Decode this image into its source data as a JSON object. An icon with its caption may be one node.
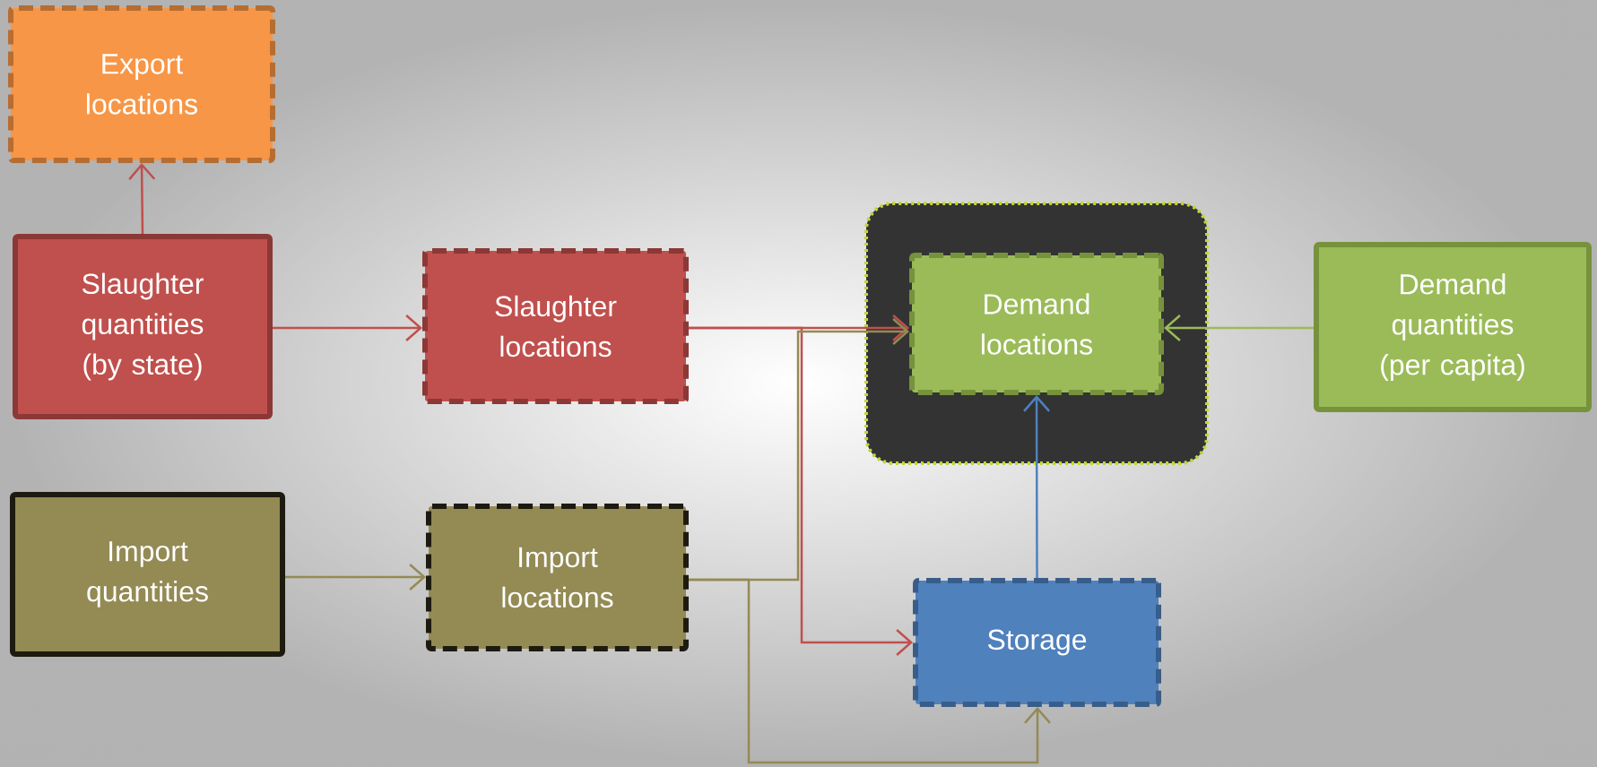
{
  "diagram": {
    "nodes": [
      {
        "text": [
          "Export locations"
        ]
      },
      {
        "text": [
          "Slaughter quantities (by state)"
        ]
      },
      {
        "text": [
          "Slaughter locations"
        ]
      },
      {
        "text": [
          "Demand locations"
        ]
      },
      {
        "text": [
          "Demand quantities (per capita)"
        ]
      },
      {
        "text": [
          "Import quantities"
        ]
      },
      {
        "text": [
          "Import locations"
        ]
      },
      {
        "text": [
          "Storage"
        ]
      }
    ],
    "edges": [
      {
        "from": 1,
        "to": 0,
        "arrow": "to"
      },
      {
        "from": 1,
        "to": 2,
        "arrow": "to"
      },
      {
        "from": 2,
        "to": 3,
        "arrow": "to"
      },
      {
        "from": 2,
        "to": 7,
        "arrow": "to"
      },
      {
        "from": 5,
        "to": 6,
        "arrow": "to",
        "color": "#948a54"
      },
      {
        "from": 6,
        "to": 3,
        "arrow": "to",
        "color": "#948a54"
      },
      {
        "from": 6,
        "to": 7,
        "arrow": "to",
        "color": "#948a54"
      },
      {
        "from": 4,
        "to": 3,
        "arrow": "to",
        "color": "#9bbb59"
      },
      {
        "from": 7,
        "to": 3,
        "arrow": "to",
        "color": "#4f81bd"
      }
    ]
  }
}
